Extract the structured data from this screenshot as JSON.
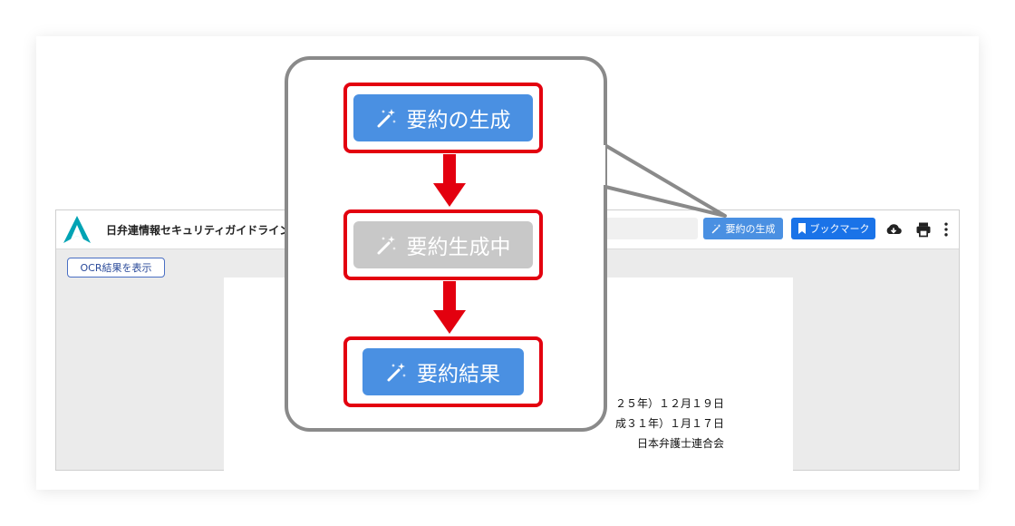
{
  "viewer": {
    "document_title": "日弁連情報セキュリティガイドライン.pdf",
    "summary_button_label": "要約の生成",
    "bookmark_button_label": "ブックマーク",
    "ocr_button_label": "OCR結果を表示",
    "page_lines": [
      "２５年）１２月１９日",
      "成３１年）１月１７日",
      "日本弁護士連合会"
    ]
  },
  "callout": {
    "states": [
      {
        "label": "要約の生成",
        "color": "#4a90e2",
        "state": "idle"
      },
      {
        "label": "要約生成中",
        "color": "#c8c8c8",
        "state": "generating"
      },
      {
        "label": "要約結果",
        "color": "#4a90e2",
        "state": "result"
      }
    ]
  },
  "colors": {
    "primary_blue": "#4a90e2",
    "bookmark_blue": "#1a73e8",
    "disabled_gray": "#c8c8c8",
    "highlight_red": "#e3000f",
    "callout_border": "#8a8a8a",
    "logo_teal": "#00a3b4"
  },
  "icons": [
    "logo-icon",
    "magic-wand-icon",
    "bookmark-icon",
    "cloud-download-icon",
    "print-icon",
    "more-vertical-icon"
  ]
}
